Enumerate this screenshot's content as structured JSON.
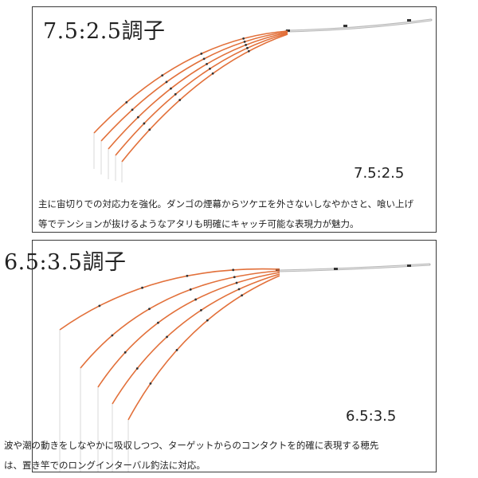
{
  "panels": [
    {
      "title": "7.5:2.5調子",
      "ratio_label": "7.5:2.5",
      "description": [
        "主に宙切りでの対応力を強化。ダンゴの煙幕からツケエを外さないしなやかさと、喰い上げ",
        "等でテンションが抜けるようなアタリも明確にキャッチ可能な表現力が魅力。"
      ]
    },
    {
      "title": "6.5:3.5調子",
      "ratio_label": "6.5:3.5",
      "description": [
        "波や潮の動きをしなやかに吸収しつつ、ターゲットからのコンタクトを的確に表現する穂先",
        "は、置き竿でのロングインターバル釣法に対応。"
      ]
    }
  ],
  "colors": {
    "rod_tip": "#e2703a",
    "rod_butt": "#b8b8b8",
    "guide": "#333333",
    "border": "#3a3a3a"
  }
}
